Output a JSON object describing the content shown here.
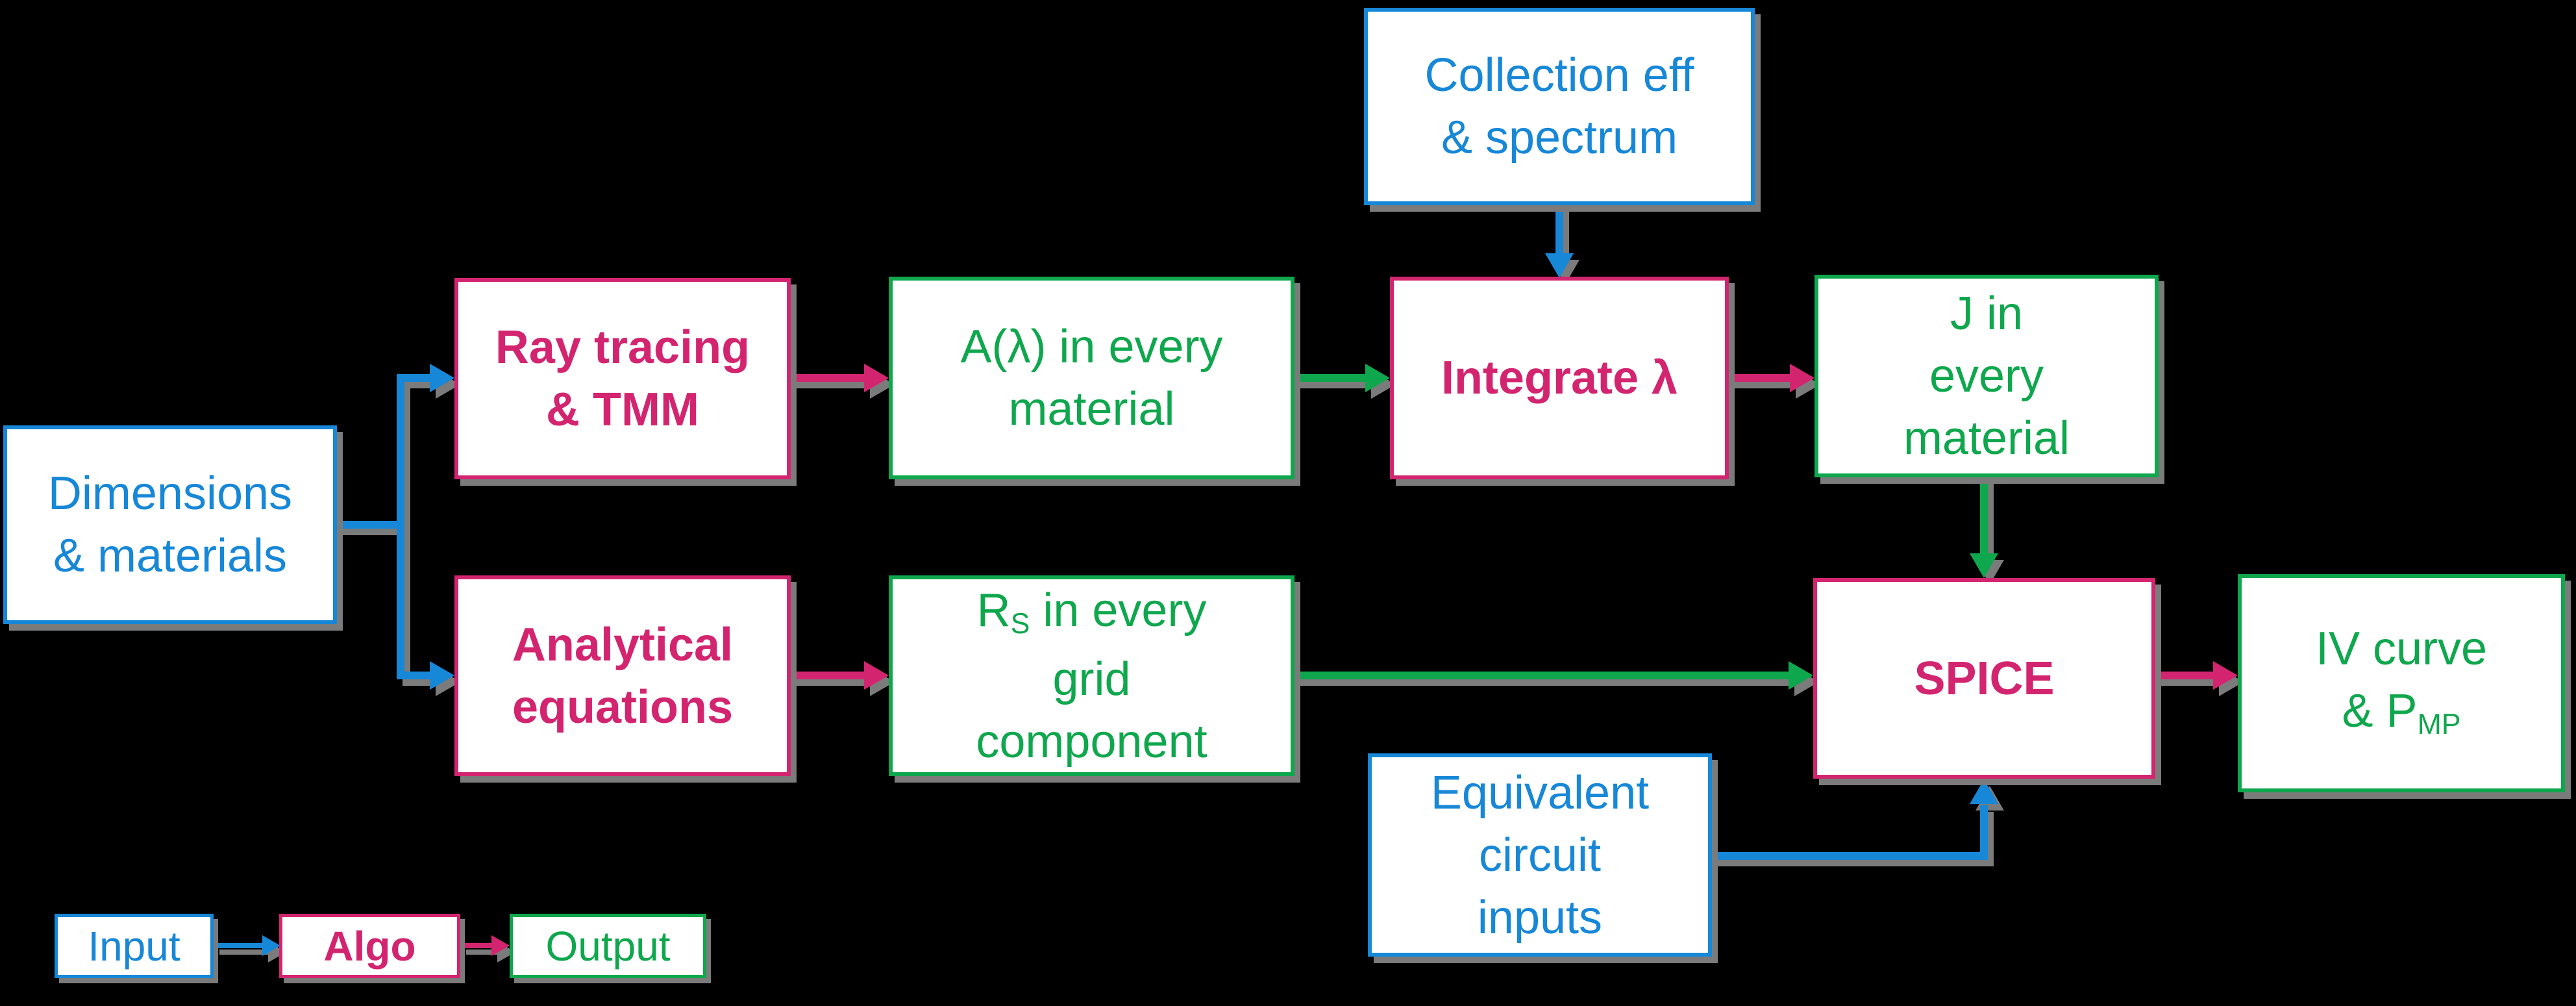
{
  "colors": {
    "background": "#000000",
    "box_fill": "#ffffff",
    "blue": "#1787d8",
    "pink": "#d3256f",
    "green": "#0fa74d",
    "shadow": "#7b7b7b"
  },
  "nodes": {
    "collection": {
      "role": "input",
      "lines": [
        "Collection eff",
        "& spectrum"
      ]
    },
    "dimensions": {
      "role": "input",
      "lines": [
        "Dimensions",
        "& materials"
      ]
    },
    "equivalent": {
      "role": "input",
      "lines": [
        "Equivalent",
        "circuit",
        "inputs"
      ]
    },
    "ray": {
      "role": "algo",
      "lines": [
        "Ray tracing",
        "& TMM"
      ]
    },
    "integrate": {
      "role": "algo",
      "lines": [
        "Integrate λ"
      ]
    },
    "analytical": {
      "role": "algo",
      "lines": [
        "Analytical",
        "equations"
      ]
    },
    "spice": {
      "role": "algo",
      "lines": [
        "SPICE"
      ]
    },
    "alambda": {
      "role": "output",
      "lines": [
        "A(λ) in every",
        "material"
      ]
    },
    "j": {
      "role": "output",
      "lines": [
        "J in",
        "every",
        "material"
      ]
    },
    "rs": {
      "role": "output",
      "l1a": "R",
      "l1sub": "S",
      "l1b": " in every",
      "l2": "grid",
      "l3": "component"
    },
    "iv": {
      "role": "output",
      "l1": "IV curve",
      "l2a": "& P",
      "l2sub": "MP"
    }
  },
  "legend": {
    "input": "Input",
    "algo": "Algo",
    "output": "Output"
  }
}
